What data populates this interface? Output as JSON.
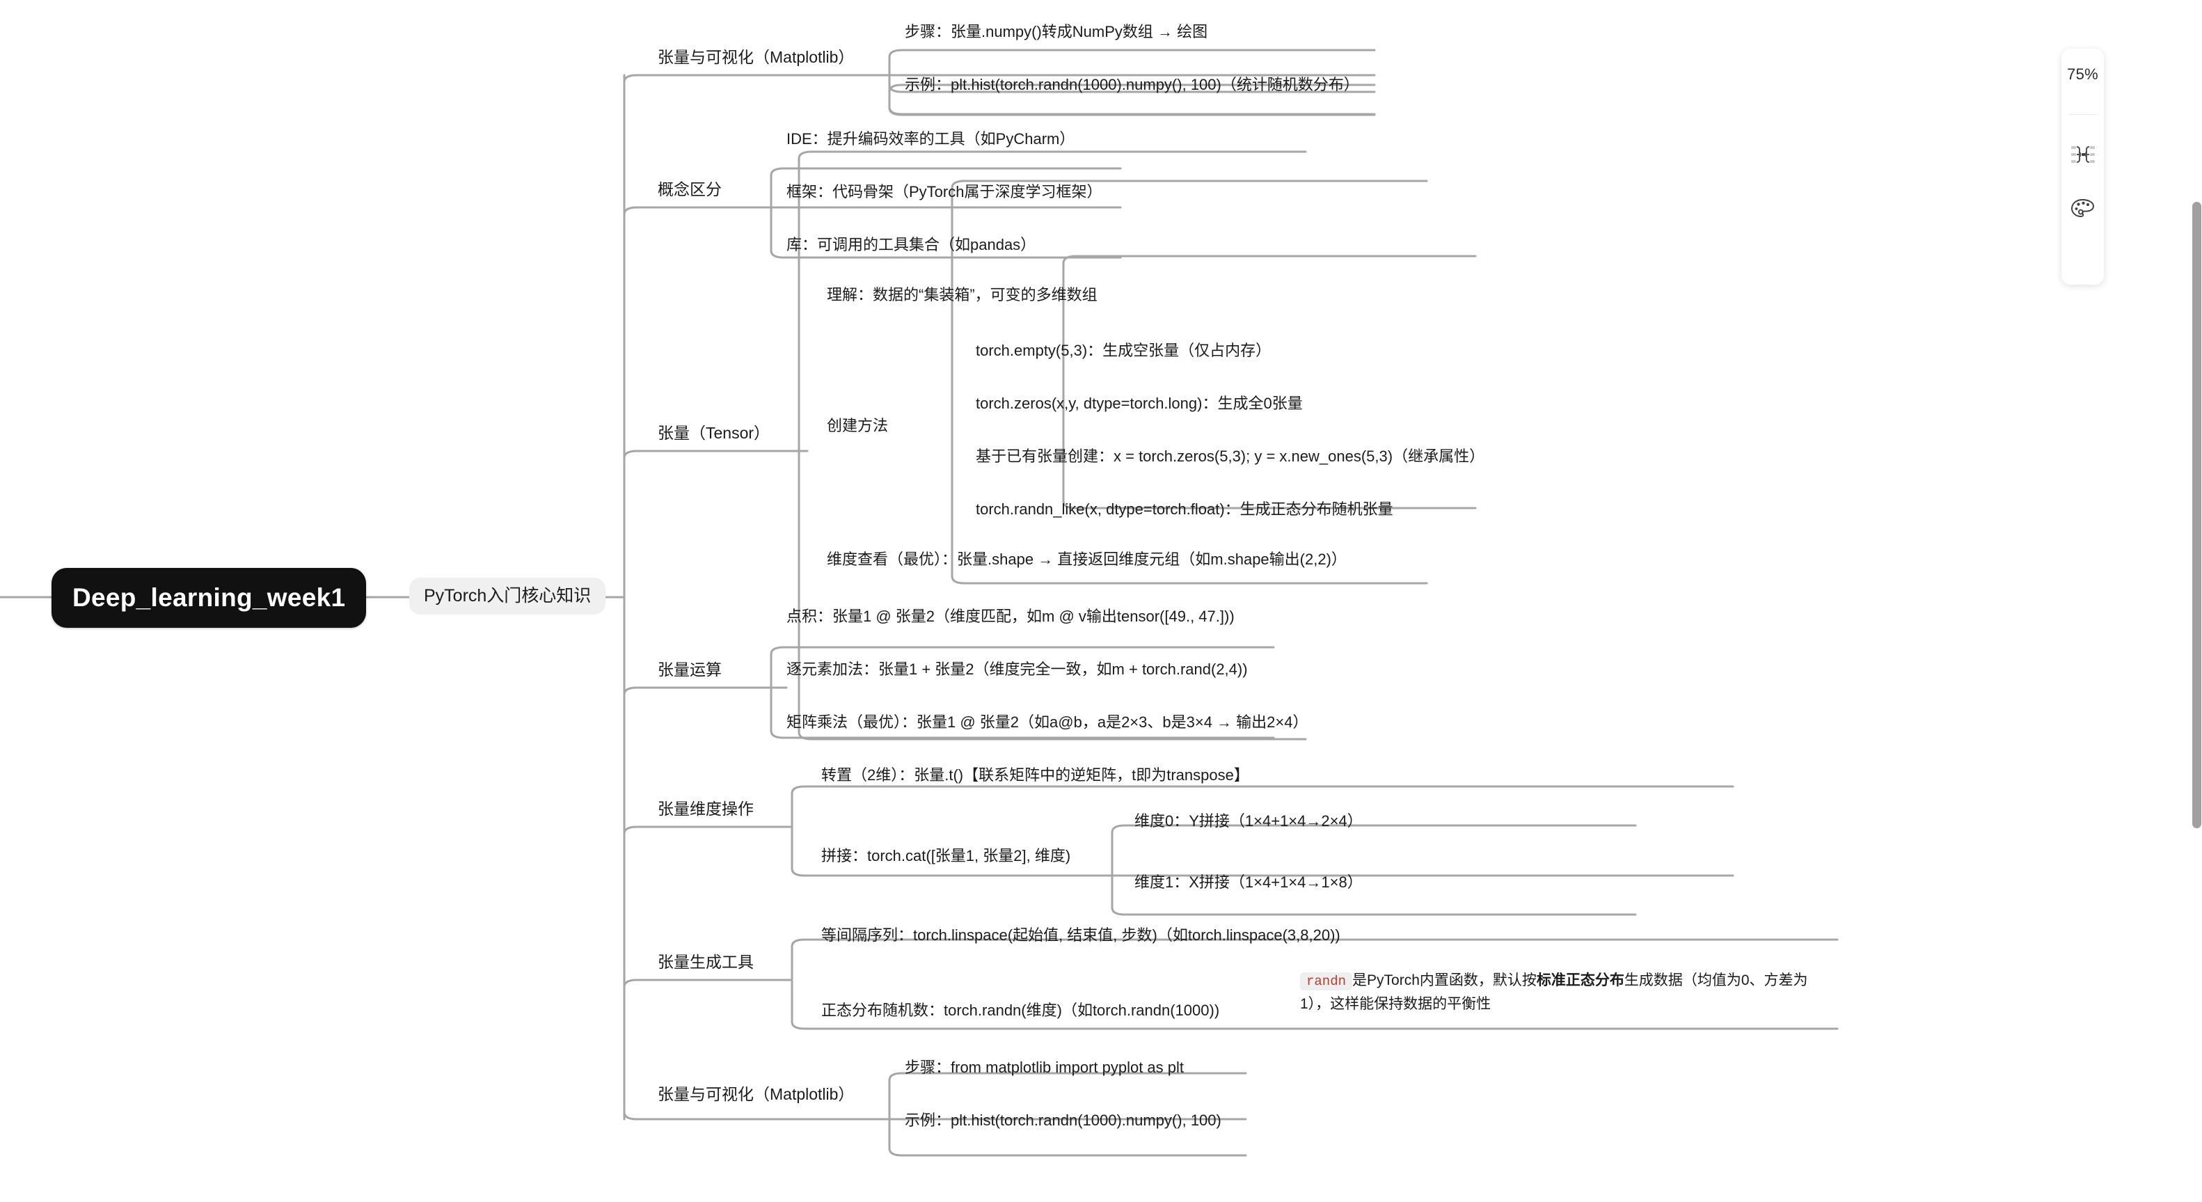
{
  "app": {
    "background": "#ffffff",
    "line_color": "#a6a6a6",
    "root_bg": "#111111",
    "l1_bg": "#f0f0f0",
    "accent_code": "#c0392b"
  },
  "toolbar": {
    "zoom_level": "75%",
    "layout_icon": "mindmap-layout-icon",
    "theme_icon": "color-palette-icon"
  },
  "mindmap": {
    "root": {
      "label": "Deep_learning_week1"
    },
    "level1": {
      "label": "PyTorch入门核心知识"
    },
    "branches": [
      {
        "label": "张量与可视化（Matplotlib）",
        "children": [
          {
            "label": "步骤：张量.numpy()转成NumPy数组 → 绘图"
          },
          {
            "label": "示例：plt.hist(torch.randn(1000).numpy(), 100)（统计随机数分布）"
          }
        ]
      },
      {
        "label": "概念区分",
        "children": [
          {
            "label": "IDE：提升编码效率的工具（如PyCharm）"
          },
          {
            "label": "框架：代码骨架（PyTorch属于深度学习框架）"
          },
          {
            "label": "库：可调用的工具集合（如pandas）"
          }
        ]
      },
      {
        "label": "张量（Tensor）",
        "children": [
          {
            "label": "理解：数据的“集装箱”，可变的多维数组"
          },
          {
            "label": "创建方法",
            "children": [
              {
                "label": "torch.empty(5,3)：生成空张量（仅占内存）"
              },
              {
                "label": "torch.zeros(x,y, dtype=torch.long)：生成全0张量"
              },
              {
                "label": "基于已有张量创建：x = torch.zeros(5,3); y = x.new_ones(5,3)（继承属性）"
              },
              {
                "label": "torch.randn_like(x, dtype=torch.float)：生成正态分布随机张量"
              }
            ]
          },
          {
            "label": "维度查看（最优）：张量.shape → 直接返回维度元组（如m.shape输出(2,2)）"
          }
        ]
      },
      {
        "label": "张量运算",
        "children": [
          {
            "label": "点积：张量1 @ 张量2（维度匹配，如m @ v输出tensor([49., 47.]))"
          },
          {
            "label": "逐元素加法：张量1 + 张量2（维度完全一致，如m + torch.rand(2,4))"
          },
          {
            "label": "矩阵乘法（最优）：张量1 @ 张量2（如a@b，a是2×3、b是3×4 → 输出2×4）"
          }
        ]
      },
      {
        "label": "张量维度操作",
        "children": [
          {
            "label": "转置（2维）：张量.t()【联系矩阵中的逆矩阵，t即为transpose】"
          },
          {
            "label": "拼接：torch.cat([张量1, 张量2], 维度)",
            "children": [
              {
                "label": "维度0：Y拼接（1×4+1×4→2×4）"
              },
              {
                "label": "维度1：X拼接（1×4+1×4→1×8）"
              }
            ]
          }
        ]
      },
      {
        "label": "张量生成工具",
        "children": [
          {
            "label": "等间隔序列：torch.linspace(起始值, 结束值, 步数)（如torch.linspace(3,8,20))"
          },
          {
            "label": "正态分布随机数：torch.randn(维度)（如torch.randn(1000))"
          }
        ],
        "note": {
          "chip": "randn",
          "text_before": "是PyTorch内置函数，默认按",
          "bold": "标准正态分布",
          "text_after": "生成数据（均值为0、方差为1），这样能保持数据的平衡性"
        }
      },
      {
        "label": "张量与可视化（Matplotlib）",
        "children": [
          {
            "label": "步骤：from matplotlib import pyplot as plt"
          },
          {
            "label": "示例：plt.hist(torch.randn(1000).numpy(), 100)"
          }
        ]
      }
    ]
  }
}
